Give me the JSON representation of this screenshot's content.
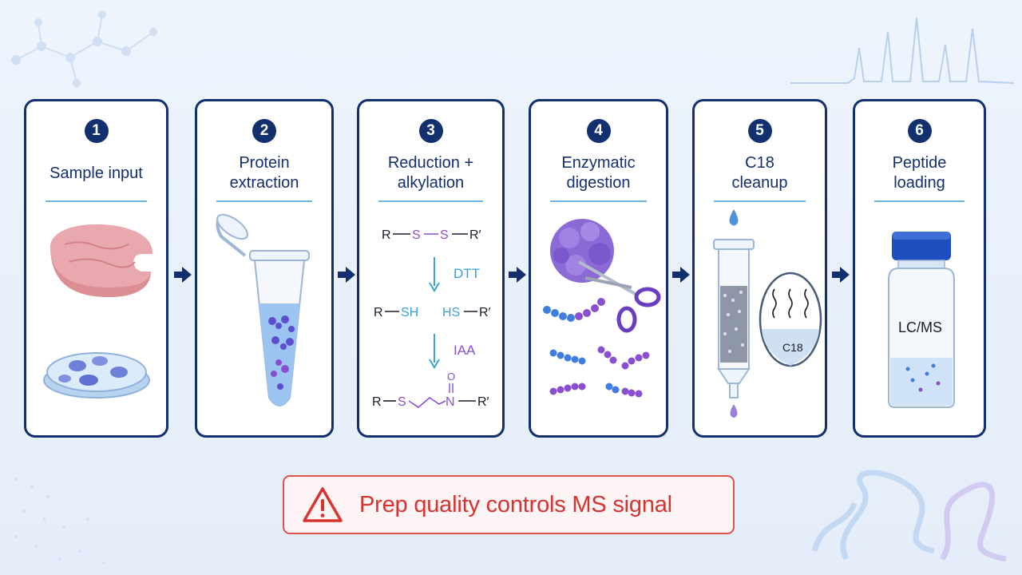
{
  "steps": [
    {
      "number": "1",
      "title": "Sample input"
    },
    {
      "number": "2",
      "title": "Protein\nextraction"
    },
    {
      "number": "3",
      "title": "Reduction +\nalkylation"
    },
    {
      "number": "4",
      "title": "Enzymatic\ndigestion"
    },
    {
      "number": "5",
      "title": "C18\ncleanup"
    },
    {
      "number": "6",
      "title": "Peptide\nloading"
    }
  ],
  "chemistry": {
    "r": "R",
    "r_prime": "R′",
    "s": "S",
    "sh": "SH",
    "hs": "HS",
    "n": "N",
    "o": "O",
    "reagent_1": "DTT",
    "reagent_2": "IAA"
  },
  "cleanup": {
    "resin_label": "C18"
  },
  "vial": {
    "label": "LC/MS"
  },
  "warning": {
    "text": "Prep quality controls MS signal"
  },
  "colors": {
    "navy": "#13306e",
    "accent_blue": "#6fb6e4",
    "purple": "#8a4fd0",
    "sky": "#3a9fd8",
    "warning_red": "#d8332f"
  }
}
